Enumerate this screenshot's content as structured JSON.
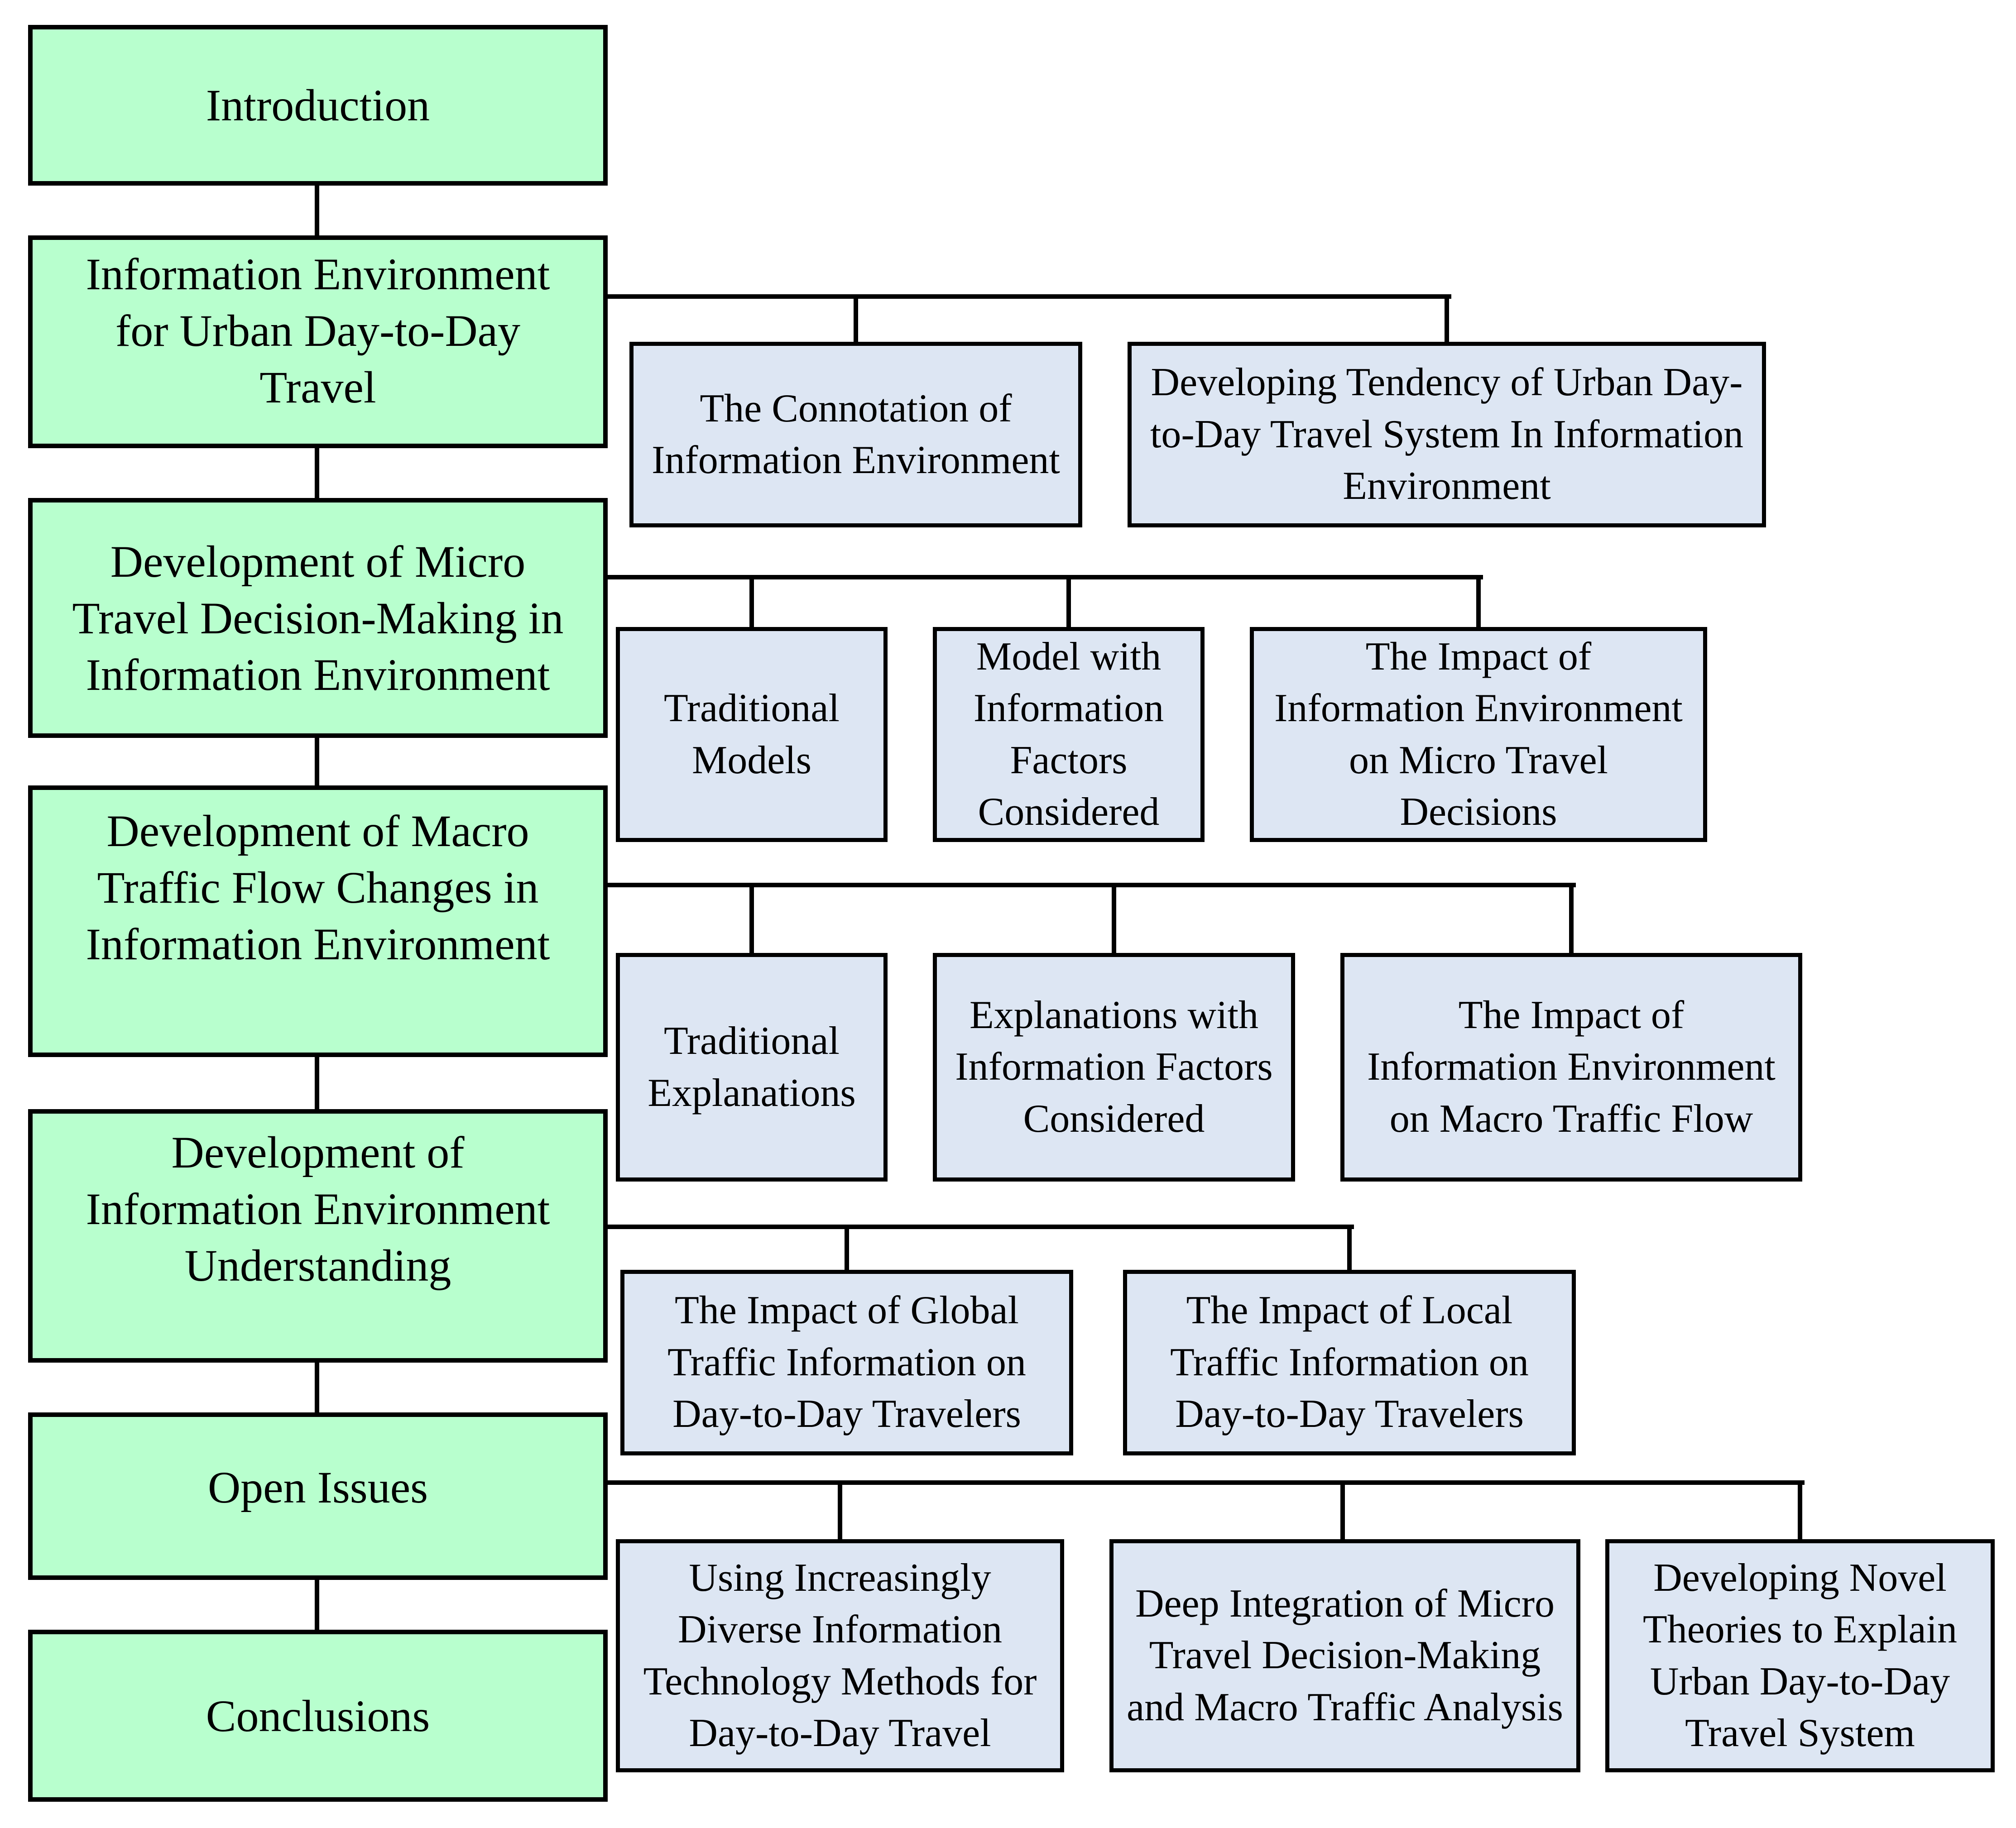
{
  "flowchart": {
    "colors": {
      "section_fill": "#b8ffce",
      "section_shadow": "#008000",
      "subtopic_fill": "#dde6f3",
      "subtopic_shadow": "#2077c4",
      "border": "#000000",
      "connector": "#000000"
    },
    "main_sections": [
      {
        "label": "Introduction",
        "subtopics": []
      },
      {
        "label": "Information Environment for Urban Day-to-Day Travel",
        "subtopics": [
          {
            "label": "The Connotation of Information Environment"
          },
          {
            "label": "Developing Tendency of Urban Day-to-Day Travel System In Information Environment"
          }
        ]
      },
      {
        "label": "Development of Micro Travel Decision-Making in Information Environment",
        "subtopics": [
          {
            "label": "Traditional Models"
          },
          {
            "label": "Model with Information Factors Considered"
          },
          {
            "label": "The Impact of Information Environment on Micro Travel Decisions"
          }
        ]
      },
      {
        "label": "Development of Macro Traffic Flow Changes in Information Environment",
        "subtopics": [
          {
            "label": "Traditional Explanations"
          },
          {
            "label": "Explanations with Information Factors Considered"
          },
          {
            "label": "The Impact of Information Environment on Macro Traffic Flow"
          }
        ]
      },
      {
        "label": "Development of Information Environment Understanding",
        "subtopics": [
          {
            "label": "The Impact of Global Traffic Information on Day-to-Day Travelers"
          },
          {
            "label": "The Impact of Local Traffic Information on Day-to-Day Travelers"
          }
        ]
      },
      {
        "label": "Open Issues",
        "subtopics": [
          {
            "label": "Using Increasingly Diverse Information Technology Methods for Day-to-Day Travel"
          },
          {
            "label": "Deep Integration of Micro Travel Decision-Making and Macro Traffic Analysis"
          },
          {
            "label": "Developing Novel Theories to Explain Urban Day-to-Day Travel System"
          }
        ]
      },
      {
        "label": "Conclusions",
        "subtopics": []
      }
    ]
  }
}
